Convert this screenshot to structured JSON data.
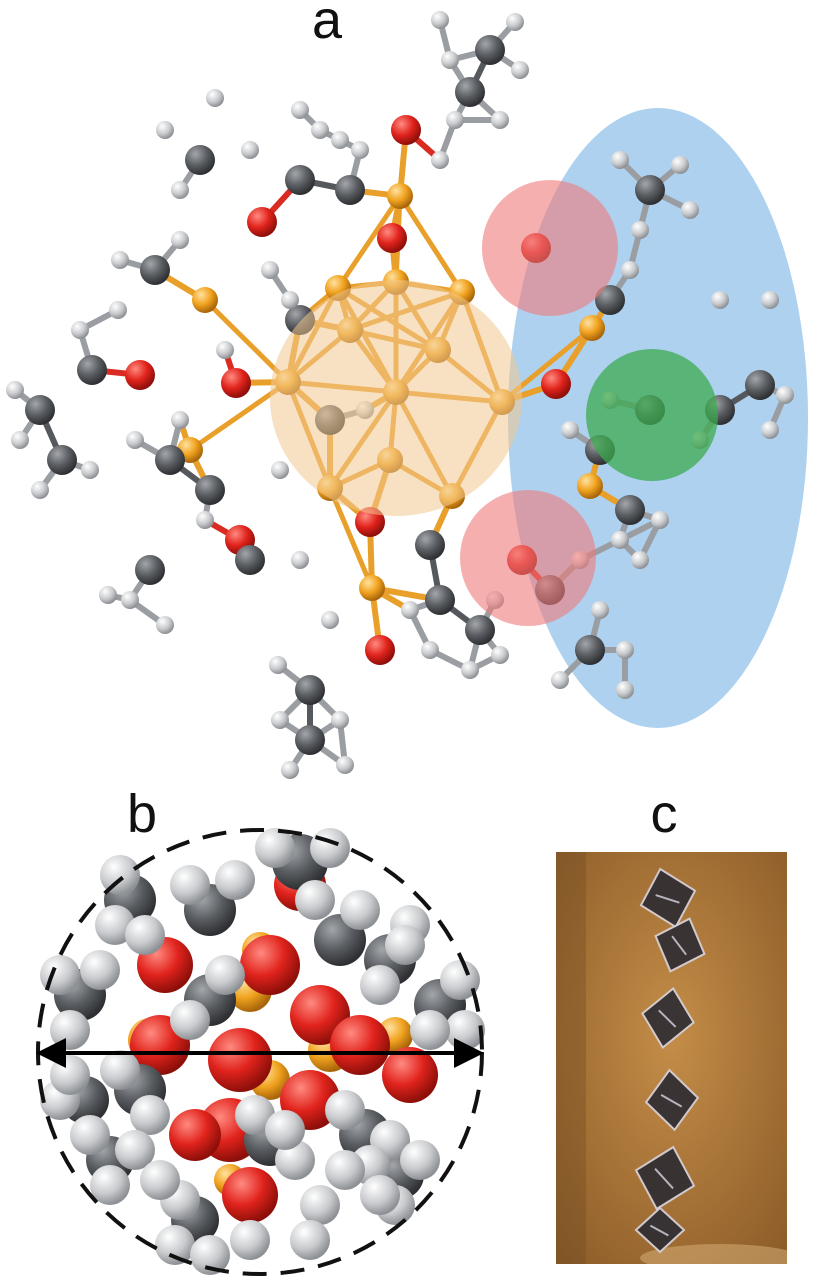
{
  "panels": {
    "a": {
      "label": "a"
    },
    "b": {
      "label": "b"
    },
    "c": {
      "label": "c"
    }
  },
  "colors": {
    "carbon": "#55585c",
    "hydrogen": "#c4c6c9",
    "oxygen": "#e0231c",
    "gold": "#f0a21e",
    "core_tint": "#f2c98f",
    "ligand_region": "#9fc9ec",
    "oxygen_highlight": "#f08080",
    "highlight_green": "#3caa4f",
    "crystal_background": "#b07a3a",
    "crystal": "#2f2d33",
    "arrow": "#000000"
  },
  "atom_types": [
    "carbon-atom",
    "hydrogen-atom",
    "oxygen-atom",
    "gold-atom"
  ]
}
